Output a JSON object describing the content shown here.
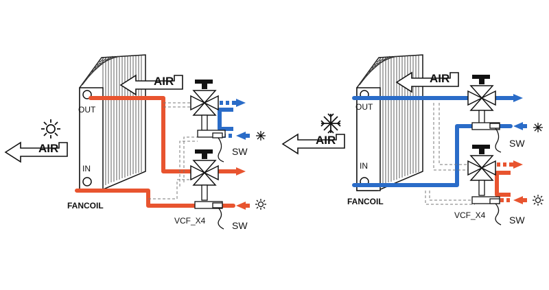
{
  "colors": {
    "hot": "#e8542f",
    "cold": "#2a6cc8",
    "line": "#111111",
    "dashed": "#777777",
    "background": "#ffffff"
  },
  "heating": {
    "mode_icon": "sun-icon",
    "air_top": "AIR",
    "air_left": "AIR",
    "out_label": "OUT",
    "in_label": "IN",
    "unit_label": "FANCOIL",
    "valve_label": "VCF_X4",
    "sw_top": "SW",
    "sw_bottom": "SW",
    "supply_icon_top": "snowflake-icon",
    "supply_icon_bottom": "sun-icon"
  },
  "cooling": {
    "mode_icon": "snowflake-icon",
    "air_top": "AIR",
    "air_left": "AIR",
    "out_label": "OUT",
    "in_label": "IN",
    "unit_label": "FANCOIL",
    "valve_label": "VCF_X4",
    "sw_top": "SW",
    "sw_bottom": "SW",
    "supply_icon_top": "snowflake-icon",
    "supply_icon_bottom": "sun-icon"
  }
}
